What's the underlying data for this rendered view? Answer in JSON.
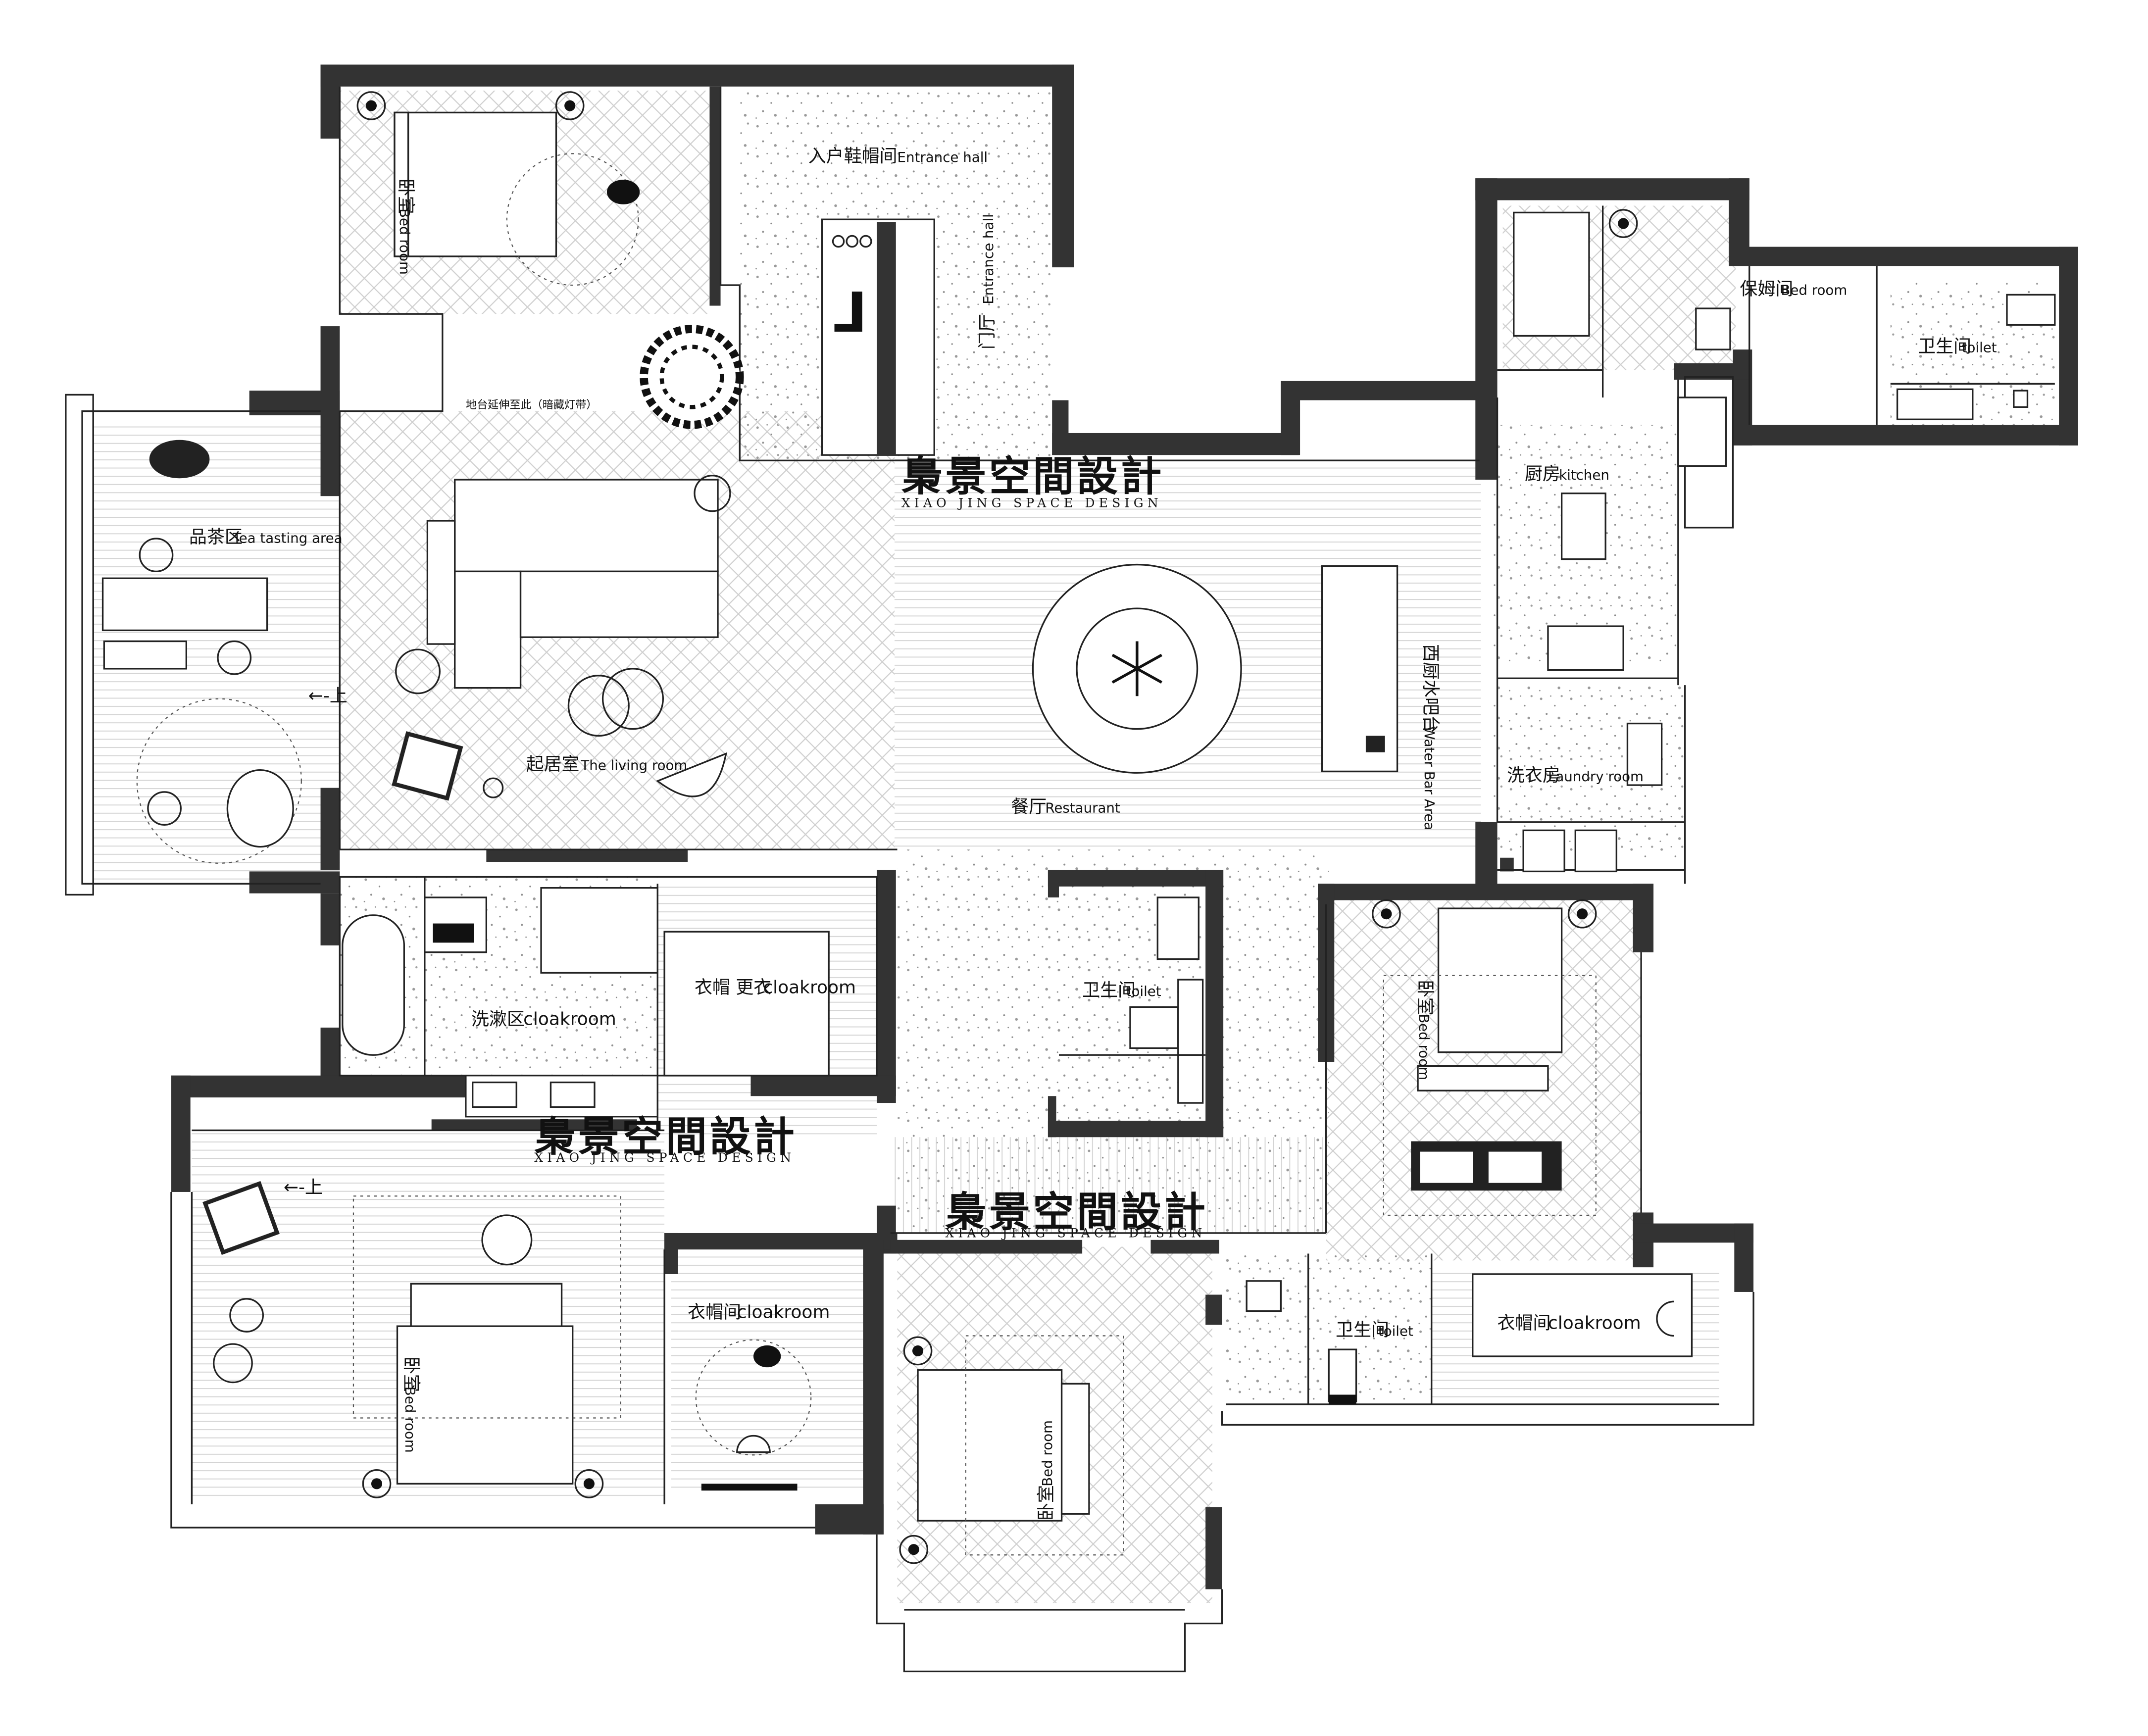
{
  "brand": {
    "name": "梟景空間設計",
    "subtitle": "XIAO JING SPACE DESIGN"
  },
  "rooms": {
    "entrance_hall": {
      "zh": "入户鞋帽间",
      "en": "Entrance hall"
    },
    "foyer": {
      "zh": "门厅",
      "en": "Entrance hall"
    },
    "balcony_note": "地台延伸至此（暗藏灯带）",
    "tea_area": {
      "zh": "品茶区",
      "en": "Tea tasting area"
    },
    "living_room": {
      "zh": "起居室",
      "en": "The living room"
    },
    "restaurant": {
      "zh": "餐厅",
      "en": "Restaurant"
    },
    "western_kitchen": {
      "zh": "西厨",
      "zh2": "水吧台",
      "en": "Water Bar Area"
    },
    "kitchen": {
      "zh": "厨房",
      "en": "kitchen"
    },
    "nanny_room": {
      "zh": "保姆间",
      "en": "Bed room"
    },
    "nanny_toilet": {
      "zh": "卫生间",
      "en": "toilet"
    },
    "laundry": {
      "zh": "洗衣房",
      "en": "Laundry room"
    },
    "washing_area": {
      "zh": "洗漱区",
      "en": "cloakroom"
    },
    "cloak_change": {
      "zh": "衣帽 更衣",
      "en": "cloakroom"
    },
    "toilet_center": {
      "zh": "卫生间",
      "en": "toilet"
    },
    "master_bed_top": {
      "zh": "卧室",
      "en": "Bed room"
    },
    "bed_right": {
      "zh": "卧室",
      "en": "Bed room"
    },
    "bed_left": {
      "zh": "卧室",
      "en": "Bed room"
    },
    "bed_bottom": {
      "zh": "卧室",
      "en": "Bed room"
    },
    "cloak_left": {
      "zh": "衣帽间",
      "en": "cloakroom"
    },
    "toilet_right": {
      "zh": "卫生间",
      "en": "toilet"
    },
    "cloak_right": {
      "zh": "衣帽间",
      "en": "cloakroom"
    }
  },
  "stairs": {
    "up_a": "←-上",
    "up_b": "←-上"
  }
}
